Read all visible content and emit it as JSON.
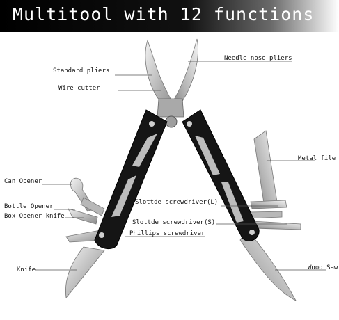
{
  "banner": {
    "title": "Multitool with 12 functions",
    "background": "#000000",
    "text_color": "#ffffff"
  },
  "labels": {
    "standard_pliers": "Standard pliers",
    "needle_nose_pliers": "Needle nose pliers",
    "wire_cutter": "Wire cutter",
    "metal_file": "Metal file",
    "can_opener": "Can Opener",
    "bottle_opener": "Bottle Opener",
    "box_opener_knife": "Box Opener knife",
    "slotted_screwdriver_l": "Slottde screwdriver(L)",
    "slotted_screwdriver_s": "Slottde screwdriver(S)",
    "phillips_screwdriver": "Phillips screwdriver",
    "knife": "Knife",
    "wood_saw": "Wood Saw"
  },
  "colors": {
    "handle": "#151515",
    "steel": "#c9c9c9",
    "steel_dark": "#8d8d8d",
    "leader": "#555555"
  }
}
